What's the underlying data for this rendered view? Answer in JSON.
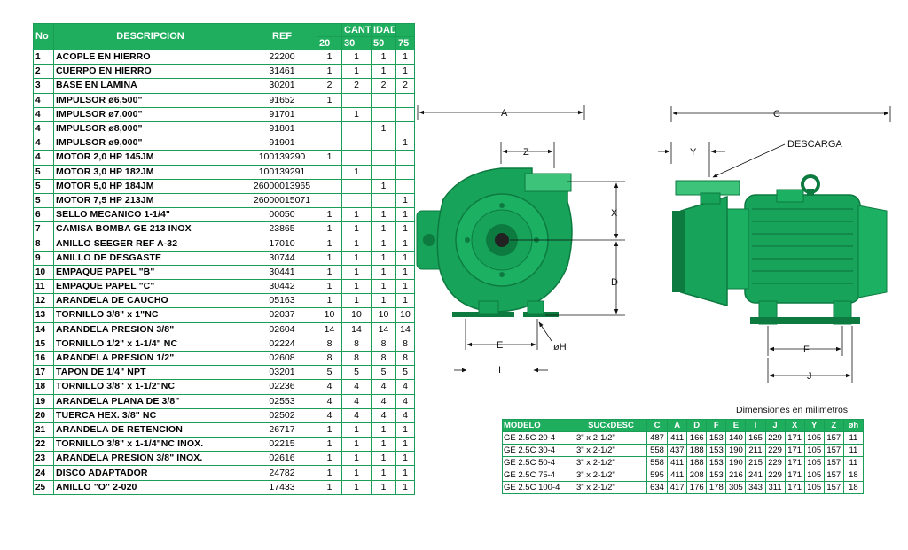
{
  "parts_table": {
    "headers": {
      "no": "No",
      "descripcion": "DESCRIPCION",
      "ref": "REF",
      "cantidad_part1": "CANT",
      "cantidad_part2": "IDAD",
      "sizes": [
        "20",
        "30",
        "50",
        "75"
      ]
    },
    "rows": [
      {
        "no": "1",
        "desc": "ACOPLE EN HIERRO",
        "ref": "22200",
        "q": [
          "1",
          "1",
          "1",
          "1"
        ]
      },
      {
        "no": "2",
        "desc": "CUERPO EN HIERRO",
        "ref": "31461",
        "q": [
          "1",
          "1",
          "1",
          "1"
        ]
      },
      {
        "no": "3",
        "desc": "BASE EN LAMINA",
        "ref": "30201",
        "q": [
          "2",
          "2",
          "2",
          "2"
        ]
      },
      {
        "no": "4",
        "desc": "IMPULSOR  ø6,500\"",
        "ref": "91652",
        "q": [
          "1",
          "",
          "",
          ""
        ]
      },
      {
        "no": "4",
        "desc": "IMPULSOR  ø7,000\"",
        "ref": "91701",
        "q": [
          "",
          "1",
          "",
          ""
        ]
      },
      {
        "no": "4",
        "desc": "IMPULSOR  ø8,000\"",
        "ref": "91801",
        "q": [
          "",
          "",
          "1",
          ""
        ]
      },
      {
        "no": "4",
        "desc": "IMPULSOR  ø9,000\"",
        "ref": "91901",
        "q": [
          "",
          "",
          "",
          "1"
        ]
      },
      {
        "no": "4",
        "desc": "MOTOR  2,0 HP 145JM",
        "ref": "100139290",
        "q": [
          "1",
          "",
          "",
          ""
        ]
      },
      {
        "no": "5",
        "desc": "MOTOR 3,0 HP 182JM",
        "ref": "100139291",
        "q": [
          "",
          "1",
          "",
          ""
        ]
      },
      {
        "no": "5",
        "desc": "MOTOR 5,0 HP 184JM",
        "ref": "26000013965",
        "q": [
          "",
          "",
          "1",
          ""
        ]
      },
      {
        "no": "5",
        "desc": "MOTOR 7,5 HP 213JM",
        "ref": "26000015071",
        "q": [
          "",
          "",
          "",
          "1"
        ]
      },
      {
        "no": "6",
        "desc": "SELLO MECANICO 1-1/4\"",
        "ref": "00050",
        "q": [
          "1",
          "1",
          "1",
          "1"
        ]
      },
      {
        "no": "7",
        "desc": "CAMISA BOMBA GE 213 INOX",
        "ref": "23865",
        "q": [
          "1",
          "1",
          "1",
          "1"
        ]
      },
      {
        "no": "8",
        "desc": "ANILLO SEEGER REF A-32",
        "ref": "17010",
        "q": [
          "1",
          "1",
          "1",
          "1"
        ]
      },
      {
        "no": "9",
        "desc": "ANILLO DE DESGASTE",
        "ref": "30744",
        "q": [
          "1",
          "1",
          "1",
          "1"
        ]
      },
      {
        "no": "10",
        "desc": "EMPAQUE PAPEL \"B\"",
        "ref": "30441",
        "q": [
          "1",
          "1",
          "1",
          "1"
        ]
      },
      {
        "no": "11",
        "desc": "EMPAQUE PAPEL \"C\"",
        "ref": "30442",
        "q": [
          "1",
          "1",
          "1",
          "1"
        ]
      },
      {
        "no": "12",
        "desc": "ARANDELA DE CAUCHO",
        "ref": "05163",
        "q": [
          "1",
          "1",
          "1",
          "1"
        ]
      },
      {
        "no": "13",
        "desc": "TORNILLO 3/8\" x 1\"NC",
        "ref": "02037",
        "q": [
          "10",
          "10",
          "10",
          "10"
        ]
      },
      {
        "no": "14",
        "desc": "ARANDELA PRESION 3/8\"",
        "ref": "02604",
        "q": [
          "14",
          "14",
          "14",
          "14"
        ]
      },
      {
        "no": "15",
        "desc": "TORNILLO 1/2\" x 1-1/4\" NC",
        "ref": "02224",
        "q": [
          "8",
          "8",
          "8",
          "8"
        ]
      },
      {
        "no": "16",
        "desc": "ARANDELA PRESION 1/2\"",
        "ref": "02608",
        "q": [
          "8",
          "8",
          "8",
          "8"
        ]
      },
      {
        "no": "17",
        "desc": "TAPON DE 1/4\" NPT",
        "ref": "03201",
        "q": [
          "5",
          "5",
          "5",
          "5"
        ]
      },
      {
        "no": "18",
        "desc": "TORNILLO 3/8\" x 1-1/2\"NC",
        "ref": "02236",
        "q": [
          "4",
          "4",
          "4",
          "4"
        ]
      },
      {
        "no": "19",
        "desc": "ARANDELA PLANA DE 3/8\"",
        "ref": "02553",
        "q": [
          "4",
          "4",
          "4",
          "4"
        ]
      },
      {
        "no": "20",
        "desc": "TUERCA HEX. 3/8\" NC",
        "ref": "02502",
        "q": [
          "4",
          "4",
          "4",
          "4"
        ]
      },
      {
        "no": "21",
        "desc": "ARANDELA DE RETENCION",
        "ref": "26717",
        "q": [
          "1",
          "1",
          "1",
          "1"
        ]
      },
      {
        "no": "22",
        "desc": "TORNILLO 3/8\" x 1-1/4\"NC INOX.",
        "ref": "02215",
        "q": [
          "1",
          "1",
          "1",
          "1"
        ]
      },
      {
        "no": "23",
        "desc": "ARANDELA PRESION 3/8\" INOX.",
        "ref": "02616",
        "q": [
          "1",
          "1",
          "1",
          "1"
        ]
      },
      {
        "no": "24",
        "desc": "DISCO ADAPTADOR",
        "ref": "24782",
        "q": [
          "1",
          "1",
          "1",
          "1"
        ]
      },
      {
        "no": "25",
        "desc": "ANILLO \"O\" 2-020",
        "ref": "17433",
        "q": [
          "1",
          "1",
          "1",
          "1"
        ]
      }
    ]
  },
  "diagram": {
    "labels": {
      "A": "A",
      "C": "C",
      "Z": "Z",
      "Y": "Y",
      "X": "X",
      "D": "D",
      "E": "E",
      "I": "I",
      "F": "F",
      "J": "J",
      "oH": "øH",
      "descarga": "DESCARGA"
    },
    "colors": {
      "pump_body": "#17a35a",
      "pump_dark": "#0d7a40",
      "pump_light": "#3dc47a",
      "line": "#111111"
    }
  },
  "dimensions_table": {
    "caption": "Dimensiones en milimetros",
    "headers": [
      "MODELO",
      "SUCxDESC",
      "C",
      "A",
      "D",
      "F",
      "E",
      "I",
      "J",
      "X",
      "Y",
      "Z",
      "øh"
    ],
    "rows": [
      [
        "GE 2.5C 20-4",
        "3\" x 2-1/2\"",
        "487",
        "411",
        "166",
        "153",
        "140",
        "165",
        "229",
        "171",
        "105",
        "157",
        "11"
      ],
      [
        "GE 2.5C 30-4",
        "3\" x 2-1/2\"",
        "558",
        "437",
        "188",
        "153",
        "190",
        "211",
        "229",
        "171",
        "105",
        "157",
        "11"
      ],
      [
        "GE 2.5C 50-4",
        "3\" x 2-1/2\"",
        "558",
        "411",
        "188",
        "153",
        "190",
        "215",
        "229",
        "171",
        "105",
        "157",
        "11"
      ],
      [
        "GE 2.5C 75-4",
        "3\" x 2-1/2\"",
        "595",
        "411",
        "208",
        "153",
        "216",
        "241",
        "229",
        "171",
        "105",
        "157",
        "18"
      ],
      [
        "GE 2.5C 100-4",
        "3\" x 2-1/2\"",
        "634",
        "417",
        "176",
        "178",
        "305",
        "343",
        "311",
        "171",
        "105",
        "157",
        "18"
      ]
    ]
  }
}
